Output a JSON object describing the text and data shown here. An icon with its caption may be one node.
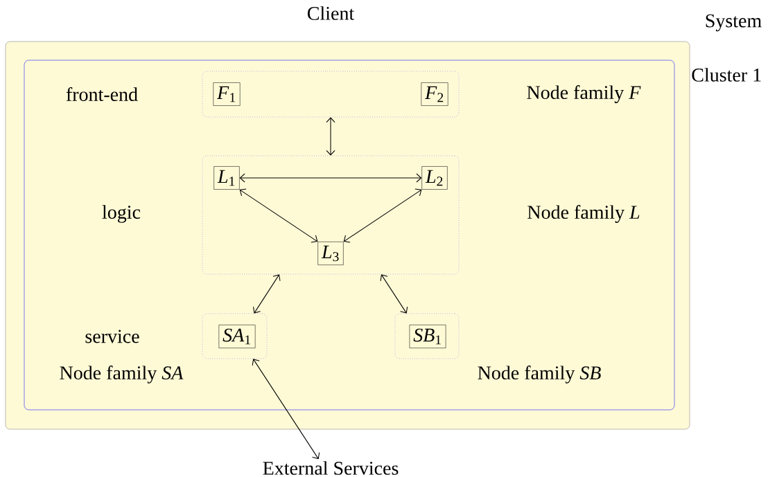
{
  "diagram": {
    "nodes": [
      {
        "text": [
          "System"
        ]
      },
      {
        "text": [
          "Cluster 1"
        ],
        "in": 0
      },
      {
        "text": [],
        "shape": "box",
        "in": 1,
        "beside": [
          "Node family *F*"
        ]
      },
      {
        "text": [
          "*F*$_{1}$"
        ],
        "in": 2
      },
      {
        "text": [
          "*F*$_{2}$"
        ],
        "in": 2
      },
      {
        "text": [],
        "shape": "box",
        "in": 1,
        "beside": [
          "Node family *L*"
        ]
      },
      {
        "text": [
          "*L*$_{1}$"
        ],
        "in": 5
      },
      {
        "text": [
          "*L*$_{2}$"
        ],
        "in": 5
      },
      {
        "text": [
          "*L*$_{3}$"
        ],
        "in": 5
      },
      {
        "text": [],
        "shape": "box",
        "in": 1,
        "beside": [
          "Node family *SA*"
        ]
      },
      {
        "text": [
          "*SA*$_{1}$"
        ],
        "in": 9
      },
      {
        "text": [],
        "shape": "box",
        "in": 1,
        "beside": [
          "Node family *SB*"
        ]
      },
      {
        "text": [
          "*SB*$_{1}$"
        ],
        "in": 11
      },
      {
        "text": [
          "External Services"
        ]
      }
    ],
    "edges": [
      {
        "from": 2,
        "to": 5,
        "arrow": "both"
      },
      {
        "from": 6,
        "to": 7,
        "arrow": "both"
      },
      {
        "from": 6,
        "to": 8,
        "arrow": "both"
      },
      {
        "from": 7,
        "to": 8,
        "arrow": "both"
      },
      {
        "from": 5,
        "to": 9,
        "arrow": "both"
      },
      {
        "from": 5,
        "to": 11,
        "arrow": "both"
      },
      {
        "from": 9,
        "to": 13,
        "arrow": "both"
      }
    ],
    "labels": [
      "Client",
      "front-end",
      "logic",
      "service"
    ]
  }
}
